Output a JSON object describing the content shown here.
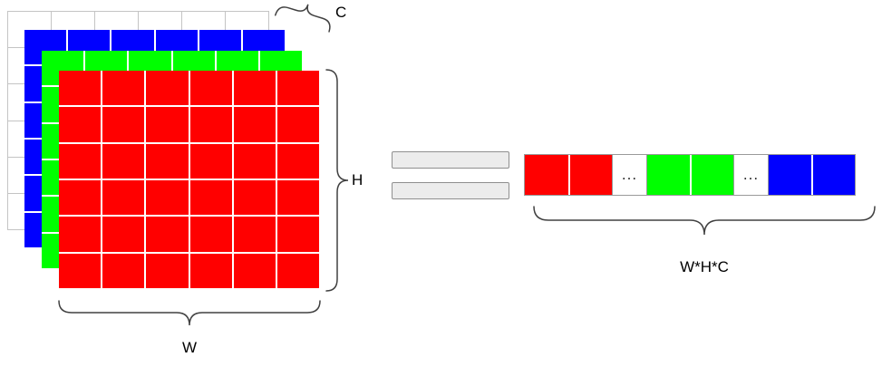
{
  "diagram": {
    "labels": {
      "channels": "C",
      "height": "H",
      "width": "W",
      "flattened": "W*H*C"
    },
    "grid": {
      "rows": 6,
      "cols": 6
    },
    "layers": [
      {
        "name": "back",
        "cell_color": "#ffffff",
        "line_color": "#c4c4c4"
      },
      {
        "name": "blue",
        "cell_color": "#0000ff",
        "line_color": "#ffffff"
      },
      {
        "name": "green",
        "cell_color": "#00ff00",
        "line_color": "#ffffff"
      },
      {
        "name": "red",
        "cell_color": "#ff0000",
        "line_color": "#ffffff"
      }
    ],
    "strip": {
      "cells": [
        {
          "type": "color",
          "color": "#ff0000"
        },
        {
          "type": "color",
          "color": "#ff0000"
        },
        {
          "type": "ellipsis",
          "label": "..."
        },
        {
          "type": "color",
          "color": "#00ff00"
        },
        {
          "type": "color",
          "color": "#00ff00"
        },
        {
          "type": "ellipsis",
          "label": "..."
        },
        {
          "type": "color",
          "color": "#0000ff"
        },
        {
          "type": "color",
          "color": "#0000ff"
        }
      ]
    },
    "colors": {
      "red": "#ff0000",
      "green": "#00ff00",
      "blue": "#0000ff",
      "brace": "#404040",
      "equals_fill": "#ececec",
      "equals_border": "#8f8f8f"
    }
  }
}
